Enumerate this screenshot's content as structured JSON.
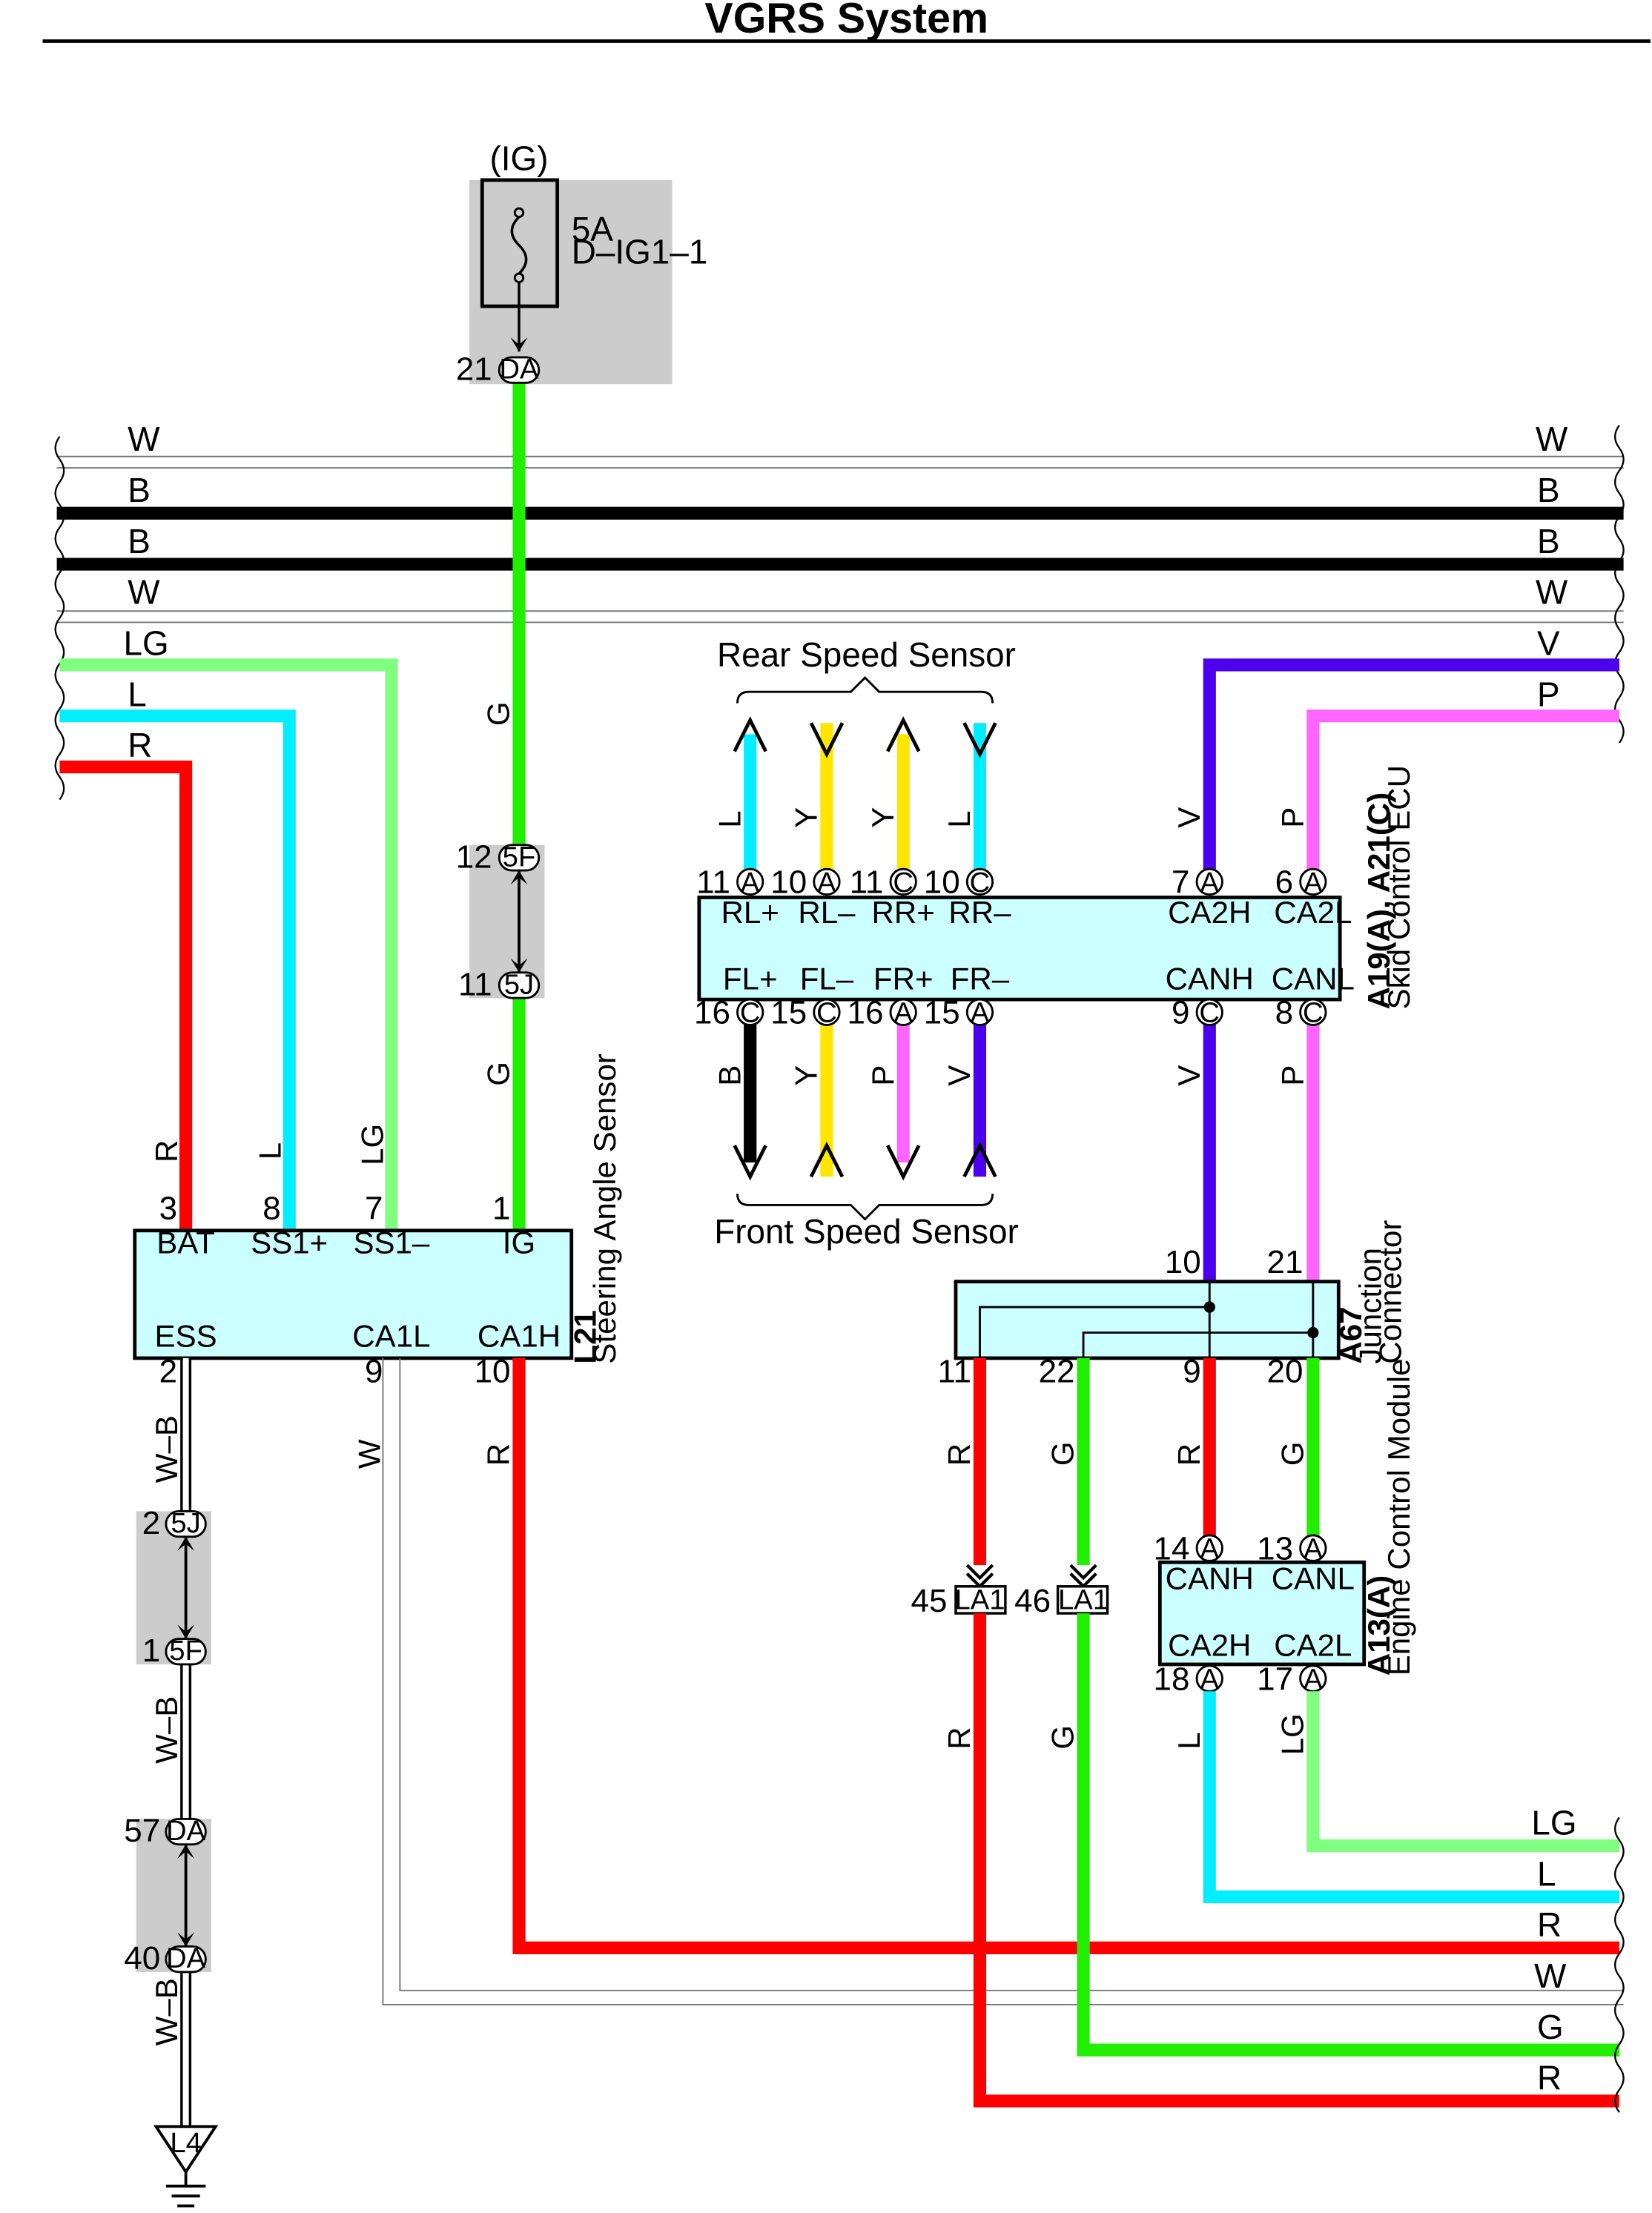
{
  "title": "VGRS System",
  "fuse": {
    "group": "(IG)",
    "rating": "5A",
    "name": "D–IG1–1",
    "pin": "21",
    "connector": "DA"
  },
  "bus_left": [
    "W",
    "B",
    "B",
    "W",
    "LG",
    "L",
    "R"
  ],
  "bus_right_top": [
    "W",
    "B",
    "B",
    "W",
    "V",
    "P"
  ],
  "bus_right_bottom": [
    "LG",
    "L",
    "R",
    "W",
    "G",
    "R"
  ],
  "wire_labels": {
    "ig_upper": "G",
    "ig_lower": "G",
    "sas_r": "R",
    "sas_l": "L",
    "sas_lg": "LG",
    "ess_1": "W–B",
    "ess_2": "W–B",
    "ess_3": "W–B",
    "ca1l": "W",
    "ca1h": "R",
    "rl_plus": "L",
    "rl_minus": "Y",
    "rr_plus": "Y",
    "rr_minus": "L",
    "fl_plus": "B",
    "fl_minus": "Y",
    "fr_plus": "P",
    "fr_minus": "V",
    "ca2h": "V",
    "ca2l": "P",
    "canh": "V",
    "canl": "P",
    "j11": "R",
    "j22": "G",
    "j9": "R",
    "j20": "G",
    "la45": "R",
    "la46": "G",
    "ecm_l": "L",
    "ecm_lg": "LG"
  },
  "relay_5f_5j": {
    "p1": "12",
    "c1": "5F",
    "p2": "11",
    "c2": "5J"
  },
  "ess_connectors": [
    {
      "pin": "2",
      "conn": "5J"
    },
    {
      "pin": "1",
      "conn": "5F"
    },
    {
      "pin": "57",
      "conn": "DA"
    },
    {
      "pin": "40",
      "conn": "DA"
    }
  ],
  "ground": {
    "label": "L4"
  },
  "steering_sensor": {
    "code": "L21",
    "name": "Steering Angle Sensor",
    "top_pins": [
      {
        "num": "3",
        "name": "BAT"
      },
      {
        "num": "8",
        "name": "SS1+"
      },
      {
        "num": "7",
        "name": "SS1–"
      },
      {
        "num": "1",
        "name": "IG"
      }
    ],
    "bottom_pins": [
      {
        "num": "2",
        "name": "ESS"
      },
      {
        "num": "9",
        "name": "CA1L"
      },
      {
        "num": "10",
        "name": "CA1H"
      }
    ]
  },
  "skid_ecu": {
    "code": "A19(A), A21(C)",
    "name": "Skid Control ECU",
    "top_pins": [
      {
        "num": "11",
        "conn": "A",
        "name": "RL+"
      },
      {
        "num": "10",
        "conn": "A",
        "name": "RL–"
      },
      {
        "num": "11",
        "conn": "C",
        "name": "RR+"
      },
      {
        "num": "10",
        "conn": "C",
        "name": "RR–"
      },
      {
        "num": "7",
        "conn": "A",
        "name": "CA2H"
      },
      {
        "num": "6",
        "conn": "A",
        "name": "CA2L"
      }
    ],
    "bottom_pins": [
      {
        "num": "16",
        "conn": "C",
        "name": "FL+"
      },
      {
        "num": "15",
        "conn": "C",
        "name": "FL–"
      },
      {
        "num": "16",
        "conn": "A",
        "name": "FR+"
      },
      {
        "num": "15",
        "conn": "A",
        "name": "FR–"
      },
      {
        "num": "9",
        "conn": "C",
        "name": "CANH"
      },
      {
        "num": "8",
        "conn": "C",
        "name": "CANL"
      }
    ]
  },
  "rear_sensor": "Rear Speed Sensor",
  "front_sensor": "Front Speed Sensor",
  "junction": {
    "code": "A67",
    "name1": "Junction",
    "name2": "Connector",
    "top_pins": [
      "10",
      "21"
    ],
    "bottom_pins": [
      "11",
      "22",
      "9",
      "20"
    ]
  },
  "la1_connectors": [
    {
      "pin": "45",
      "conn": "LA1"
    },
    {
      "pin": "46",
      "conn": "LA1"
    }
  ],
  "ecm": {
    "code": "A13(A)",
    "name": "Engine Control Module",
    "top_pins": [
      {
        "num": "14",
        "conn": "A",
        "name": "CANH"
      },
      {
        "num": "13",
        "conn": "A",
        "name": "CANL"
      }
    ],
    "bottom_pins": [
      {
        "num": "18",
        "conn": "A",
        "name": "CA2H"
      },
      {
        "num": "17",
        "conn": "A",
        "name": "CA2L"
      }
    ]
  },
  "colors": {
    "red": "#ff0000",
    "green": "#22ee00",
    "cyan": "#00eeff",
    "lightgreen": "#80ff80",
    "yellow": "#ffe600",
    "pink": "#ff66ff",
    "violet": "#4d00ee",
    "black": "#000000",
    "box_fill": "#ccffff",
    "shade": "#cccccc"
  }
}
